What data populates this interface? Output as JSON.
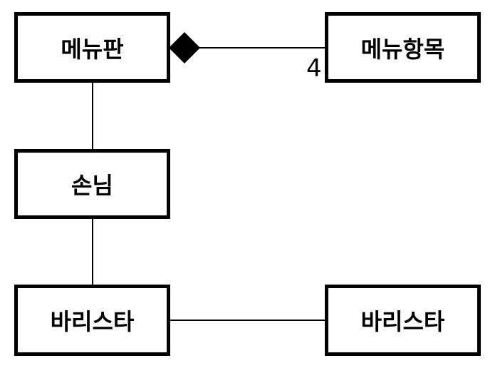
{
  "classes": {
    "menu_board": "메뉴판",
    "menu_item": "메뉴항목",
    "customer": "손님",
    "barista_left": "바리스타",
    "barista_right": "바리스타"
  },
  "relations": {
    "composition_multiplicity": "4"
  },
  "colors": {
    "stroke": "#000000",
    "fill": "#ffffff"
  }
}
